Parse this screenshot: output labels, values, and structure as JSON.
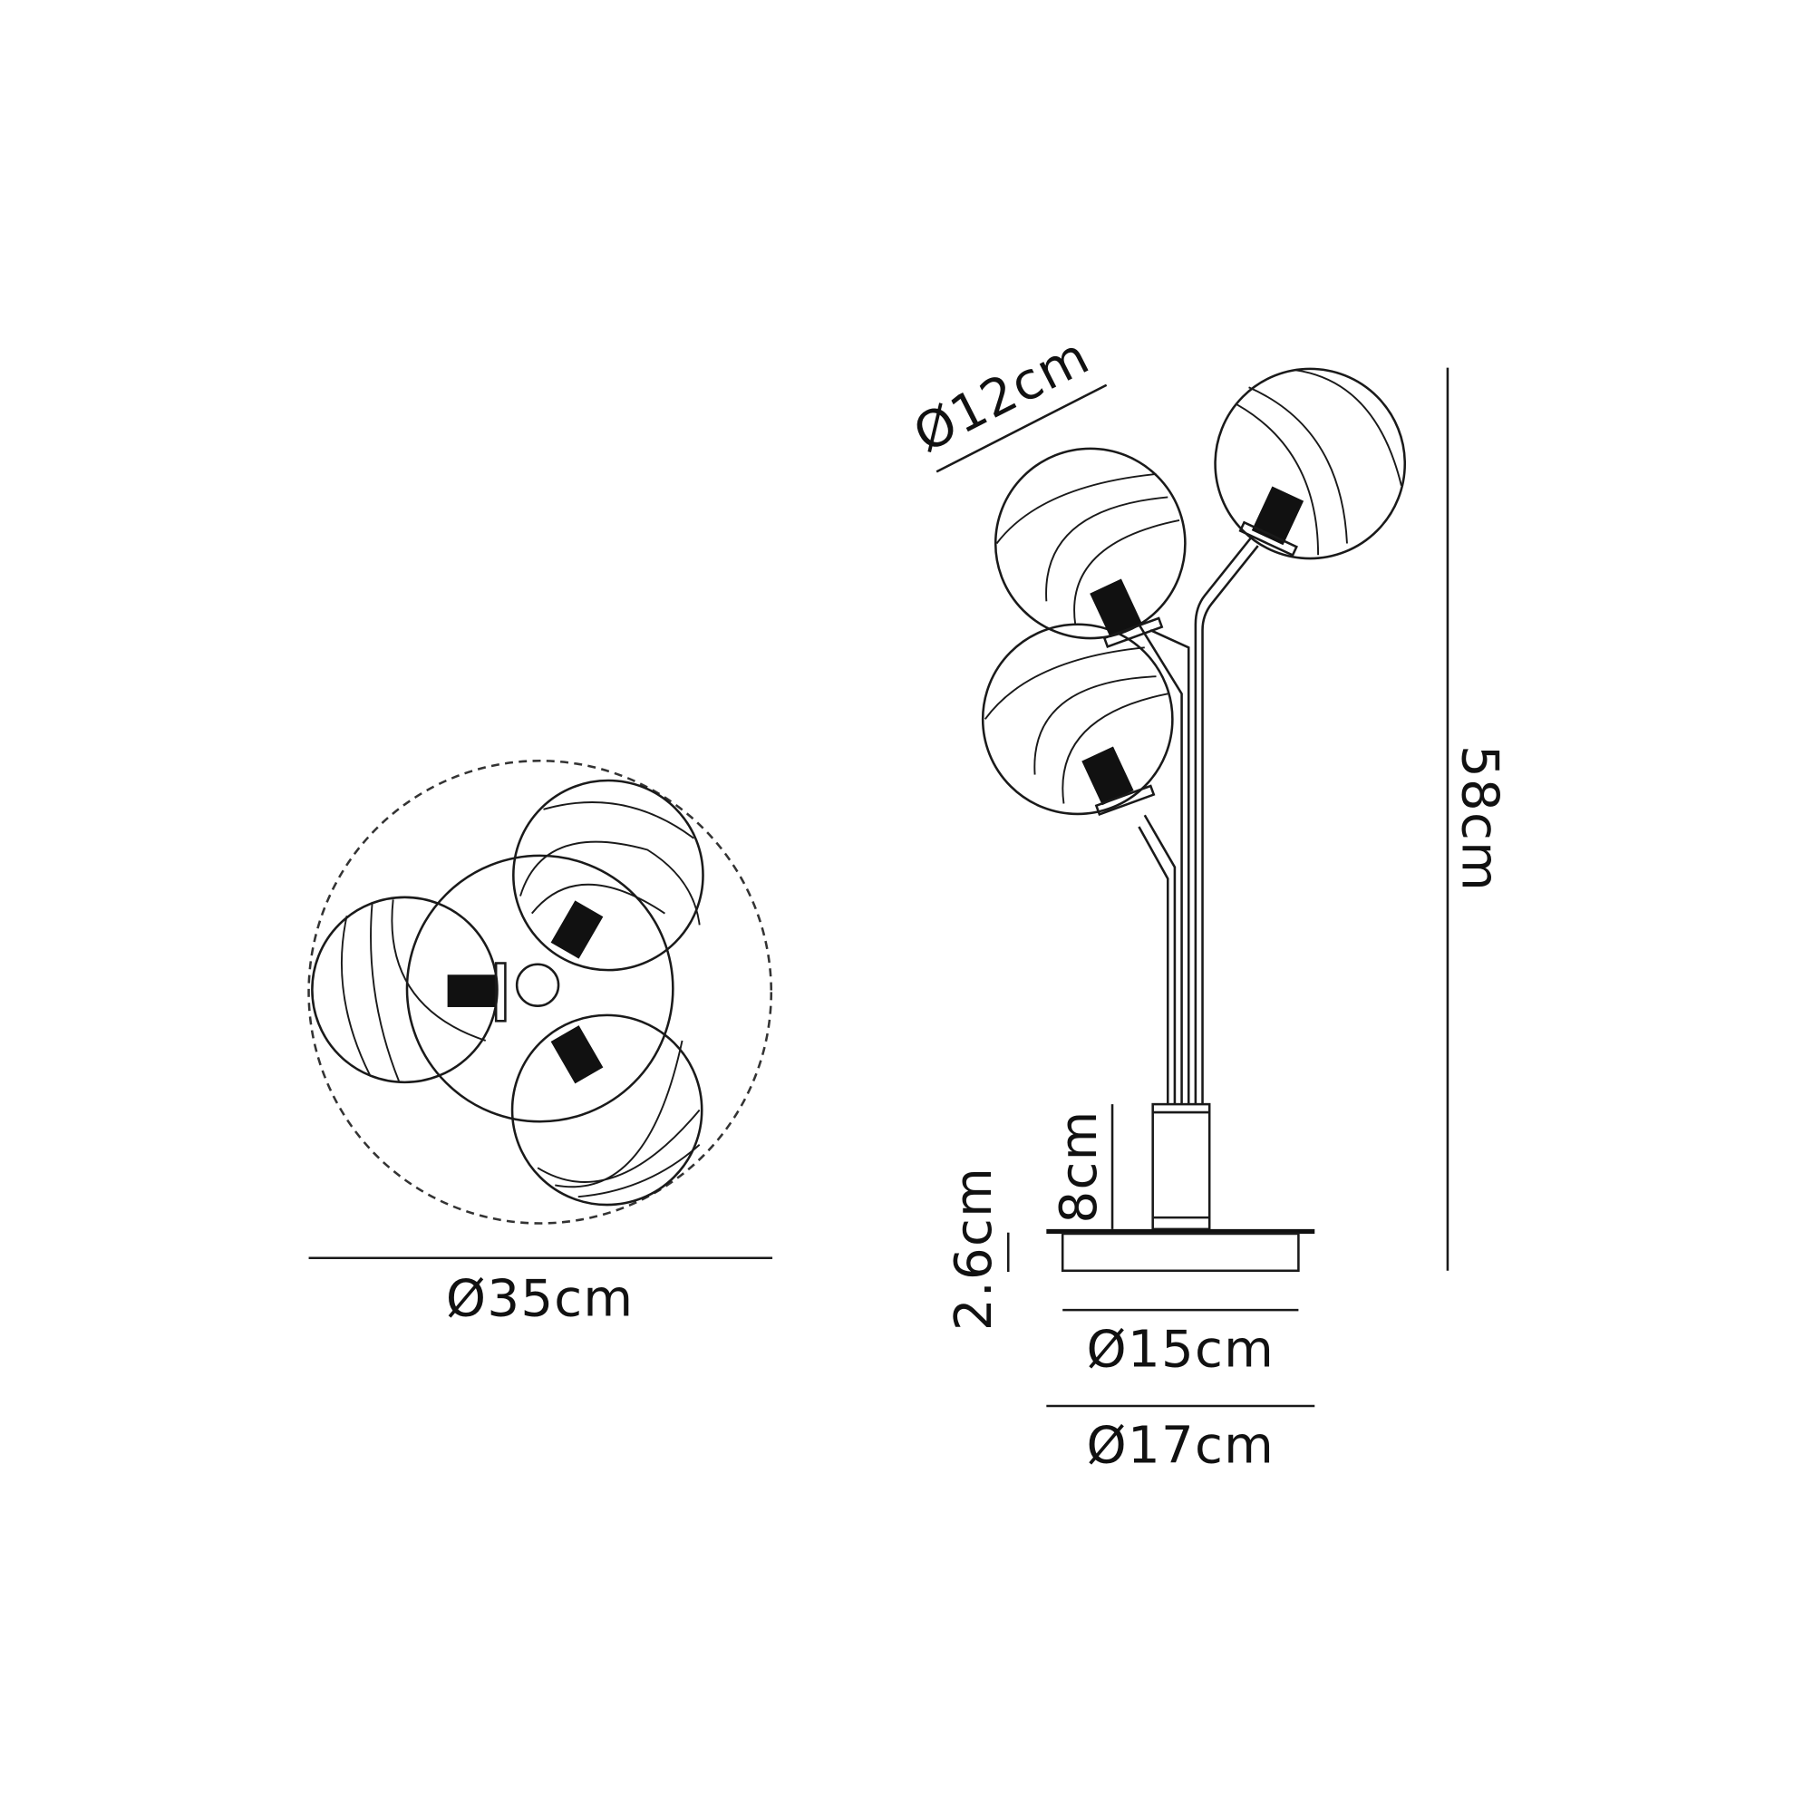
{
  "dimensions": {
    "overall_diameter": "Ø35cm",
    "globe_diameter": "Ø12cm",
    "height": "58cm",
    "column_height": "8cm",
    "base_height": "2.6cm",
    "base_diameter_inner": "Ø15cm",
    "base_diameter_outer": "Ø17cm"
  },
  "colors": {
    "line": "#1a1a1a",
    "background": "#ffffff"
  }
}
